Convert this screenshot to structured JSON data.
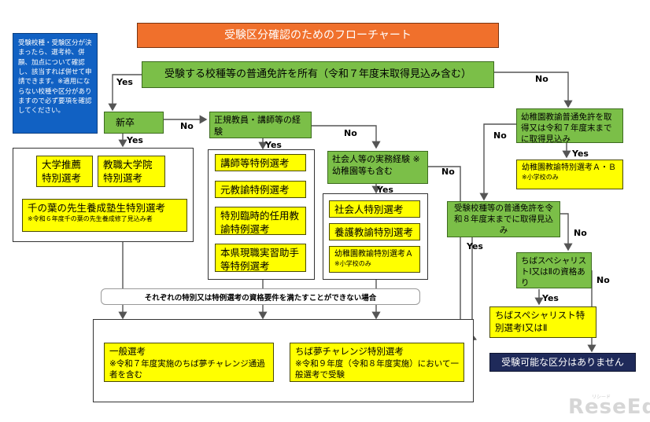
{
  "title": "受験区分確認のためのフローチャート",
  "info_note": "受験校種・受験区分が決まったら、選考枠、併願、加点について確認し、該当すれば併せて申請できます。※適用にならない校種や区分がありますので必ず要項を確認してください。",
  "top_question": "受験する校種等の普通免許を所有（令和７年度末取得見込み含む）",
  "labels": {
    "yes": "Yes",
    "no": "No"
  },
  "nodes": {
    "shinsotsu": "新卒",
    "seiki": "正規教員・講師等の経験",
    "shakaijin_q": "社会人等の実務経験 ※幼稚園等も含む",
    "youchien_q": "幼稚園教諭普通免許を取得又は令和７年度末までに取得見込み",
    "youchien_r8_q": "受験校種等の普通免許を令和８年度末までに取得見込み",
    "chiba_sp_q": "ちばスペシャリストⅠ又はⅡの資格あり"
  },
  "results": {
    "daigaku": "大学推薦特別選考",
    "kyoshoku": "教職大学院特別選考",
    "chiba_sensei_title": "千の葉の先生養成塾生特別選考",
    "chiba_sensei_note": "※令和６年度千の葉の先生養成修了見込み者",
    "koushi": "講師等特例選考",
    "moto_kyoyu": "元教諭特例選考",
    "rinji": "特別臨時的任用教諭特例選考",
    "honken": "本県現職実習助手等特例選考",
    "shakaijin": "社会人特別選考",
    "yougo": "養護教諭特別選考",
    "youchien_a_title": "幼稚園教諭特別選考Ａ",
    "youchien_a_note": "※小学校のみ",
    "youchien_ab_title": "幼稚園教諭特別選考Ａ・Ｂ",
    "youchien_ab_note": "※小学校のみ",
    "chiba_sp": "ちばスペシャリスト特別選考Ⅰ又はⅡ",
    "ippan_title": "一般選考",
    "ippan_note": "※令和７年度実施のちば夢チャレンジ通過者を含む",
    "yume_title": "ちば夢チャレンジ特別選考",
    "yume_note": "※令和９年度（令和８年度実施）において一般選考で受験",
    "none": "受験可能な区分はありません"
  },
  "banner": "それぞれの特別又は特例選考の資格要件を満たすことができない場合",
  "logo": "ReseEd",
  "logo_sub": "リシード"
}
